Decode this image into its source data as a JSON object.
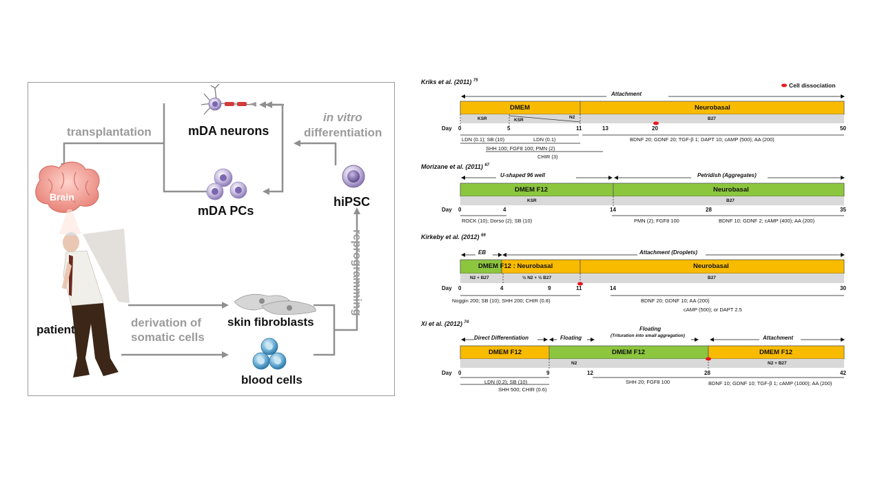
{
  "left": {
    "transplantation": "transplantation",
    "mda_neurons": "mDA neurons",
    "in_vitro": "in vitro",
    "differentiation": "differentiation",
    "brain": "Brain",
    "mda_pcs": "mDA PCs",
    "hipsc": "hiPSC",
    "patient": "patient",
    "reprogramming": "reprogramming",
    "derivation_line1": "derivation of",
    "derivation_line2": "somatic cells",
    "skin_fibroblasts": "skin fibroblasts",
    "blood_cells": "blood cells"
  },
  "colors": {
    "orange": "#f9bb00",
    "green": "#8cc63e",
    "grey_band": "#d9d9d9",
    "arrow_grey": "#8f8f8f",
    "dissociation_red": "#e8141c"
  },
  "p1": {
    "author": "Kriks et al. (2011)",
    "ref": "75",
    "legend": "Cell dissociation",
    "phase": "Attachment",
    "bar_left": "DMEM",
    "bar_right": "Neurobasal",
    "sub_ksr": "KSR",
    "sub_ksr2": "KSR",
    "sub_n2": "N2",
    "sub_b27": "B27",
    "day": "Day",
    "ticks": [
      "0",
      "5",
      "11",
      "13",
      "20",
      "50"
    ],
    "f1": "LDN (0.1);  SB (10)",
    "f2": "LDN (0.1)",
    "f3": "SHH 100; FGF8 100;  PMN (2)",
    "f4": "CHIR (3)",
    "f5": "BDNF 20;  GDNF 20;  TGF-β 1;  DAPT 10;  cAMP (500);  AA (200)"
  },
  "p2": {
    "author": "Morizane et al. (2011)",
    "ref": "67",
    "phase_l": "U-shaped 96 well",
    "phase_r": "Petridish (Aggregates)",
    "bar_left": "DMEM F12",
    "bar_right": "Neurobasal",
    "sub_l": "KSR",
    "sub_r": "B27",
    "day": "Day",
    "ticks": [
      "0",
      "4",
      "14",
      "28",
      "35"
    ],
    "f1": "ROCK (10);  Dorso (2);  SB (10)",
    "f2": "PMN (2);  FGF8 100",
    "f3": "BDNF 10;  GDNF 2;  cAMP (400);  AA (200)"
  },
  "p3": {
    "author": "Kirkeby et al. (2012)",
    "ref": "69",
    "phase_l": "EB",
    "phase_r": "Attachment (Droplets)",
    "bar_left": "DMEM F12  :  Neurobasal",
    "bar_right": "Neurobasal",
    "sub_1": "N2 + B27",
    "sub_2": "½  N2 +  ½ B27",
    "sub_3": "B27",
    "day": "Day",
    "ticks": [
      "0",
      "4",
      "9",
      "11",
      "14",
      "30"
    ],
    "f1": "Noggin 200;  SB (10);  SHH 200;  CHIR (0.8)",
    "f2": "BDNF 20;  GDNF 10;  AA (200)",
    "f3": "cAMP (500);  or  DAPT 2.5"
  },
  "p4": {
    "author": "Xi et al. (2012)",
    "ref": "74",
    "phase_1": "Direct Differentiation",
    "phase_2": "Floating",
    "phase_3": "Floating",
    "phase_3b": "(Trituration into small aggregation)",
    "phase_4": "Attachment",
    "bar_1": "DMEM F12",
    "bar_2": "DMEM F12",
    "bar_3": "DMEM F12",
    "sub_2": "N2",
    "sub_3": "N2 + B27",
    "day": "Day",
    "ticks": [
      "0",
      "9",
      "12",
      "28",
      "42"
    ],
    "f1": "LDN (0.2);  SB (10)",
    "f2": "SHH 500;  CHIR (0.6)",
    "f3": "SHH 20;  FGF8 100",
    "f4": "BDNF 10;  GDNF 10;  TGF-β 1;  cAMP (1000);  AA (200)"
  }
}
